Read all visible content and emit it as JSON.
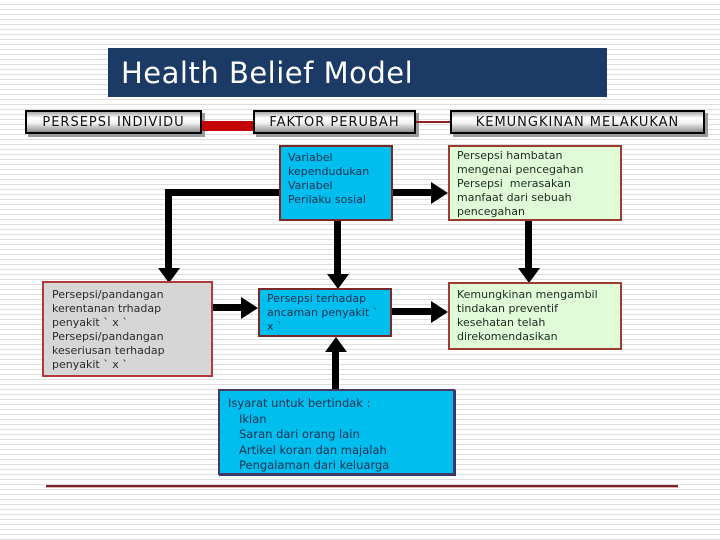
{
  "slide": {
    "title": "Health Belief Model"
  },
  "columns": [
    {
      "label": "PERSEPSI INDIVIDU"
    },
    {
      "label": "FAKTOR PERUBAH"
    },
    {
      "label": "KEMUNGKINAN MELAKUKAN"
    }
  ],
  "boxes": {
    "variabel": {
      "lines": [
        "Variabel",
        "kependudukan",
        "Variabel",
        "Perilaku sosial"
      ]
    },
    "hambatan": {
      "lines": [
        "Persepsi hambatan",
        "mengenai pencegahan",
        "Persepsi  merasakan",
        "manfaat dari sebuah",
        "pencegahan"
      ]
    },
    "pandangan": {
      "lines": [
        "Persepsi/pandangan",
        "kerentanan trhadap",
        "penyakit ` x `",
        "Persepsi/pandangan",
        "keseriusan terhadap",
        "penyakit ` x `"
      ]
    },
    "ancaman": {
      "lines": [
        "Persepsi terhadap",
        "ancaman penyakit `",
        "x `"
      ]
    },
    "kemungkinan": {
      "lines": [
        "Kemungkinan mengambil",
        "tindakan preventif",
        "kesehatan telah",
        "direkomendasikan"
      ]
    },
    "isyarat": {
      "heading": "Isyarat untuk bertindak :",
      "items": [
        "Iklan",
        "Saran dari orang lain",
        "Artikel koran dan majalah",
        "Pengalaman dari keluarga"
      ]
    }
  },
  "colors": {
    "title_bg": "#1b3a66",
    "title_text": "#ffffff",
    "cyan_box_bg": "#00beee",
    "green_box_bg": "#dffbd8",
    "gray_box_bg": "#d6d6d6",
    "maroon_border": "#7b2927",
    "red_accent_bar": "#c40404",
    "connector": "#000000",
    "bottom_rule": "#7a2525"
  }
}
